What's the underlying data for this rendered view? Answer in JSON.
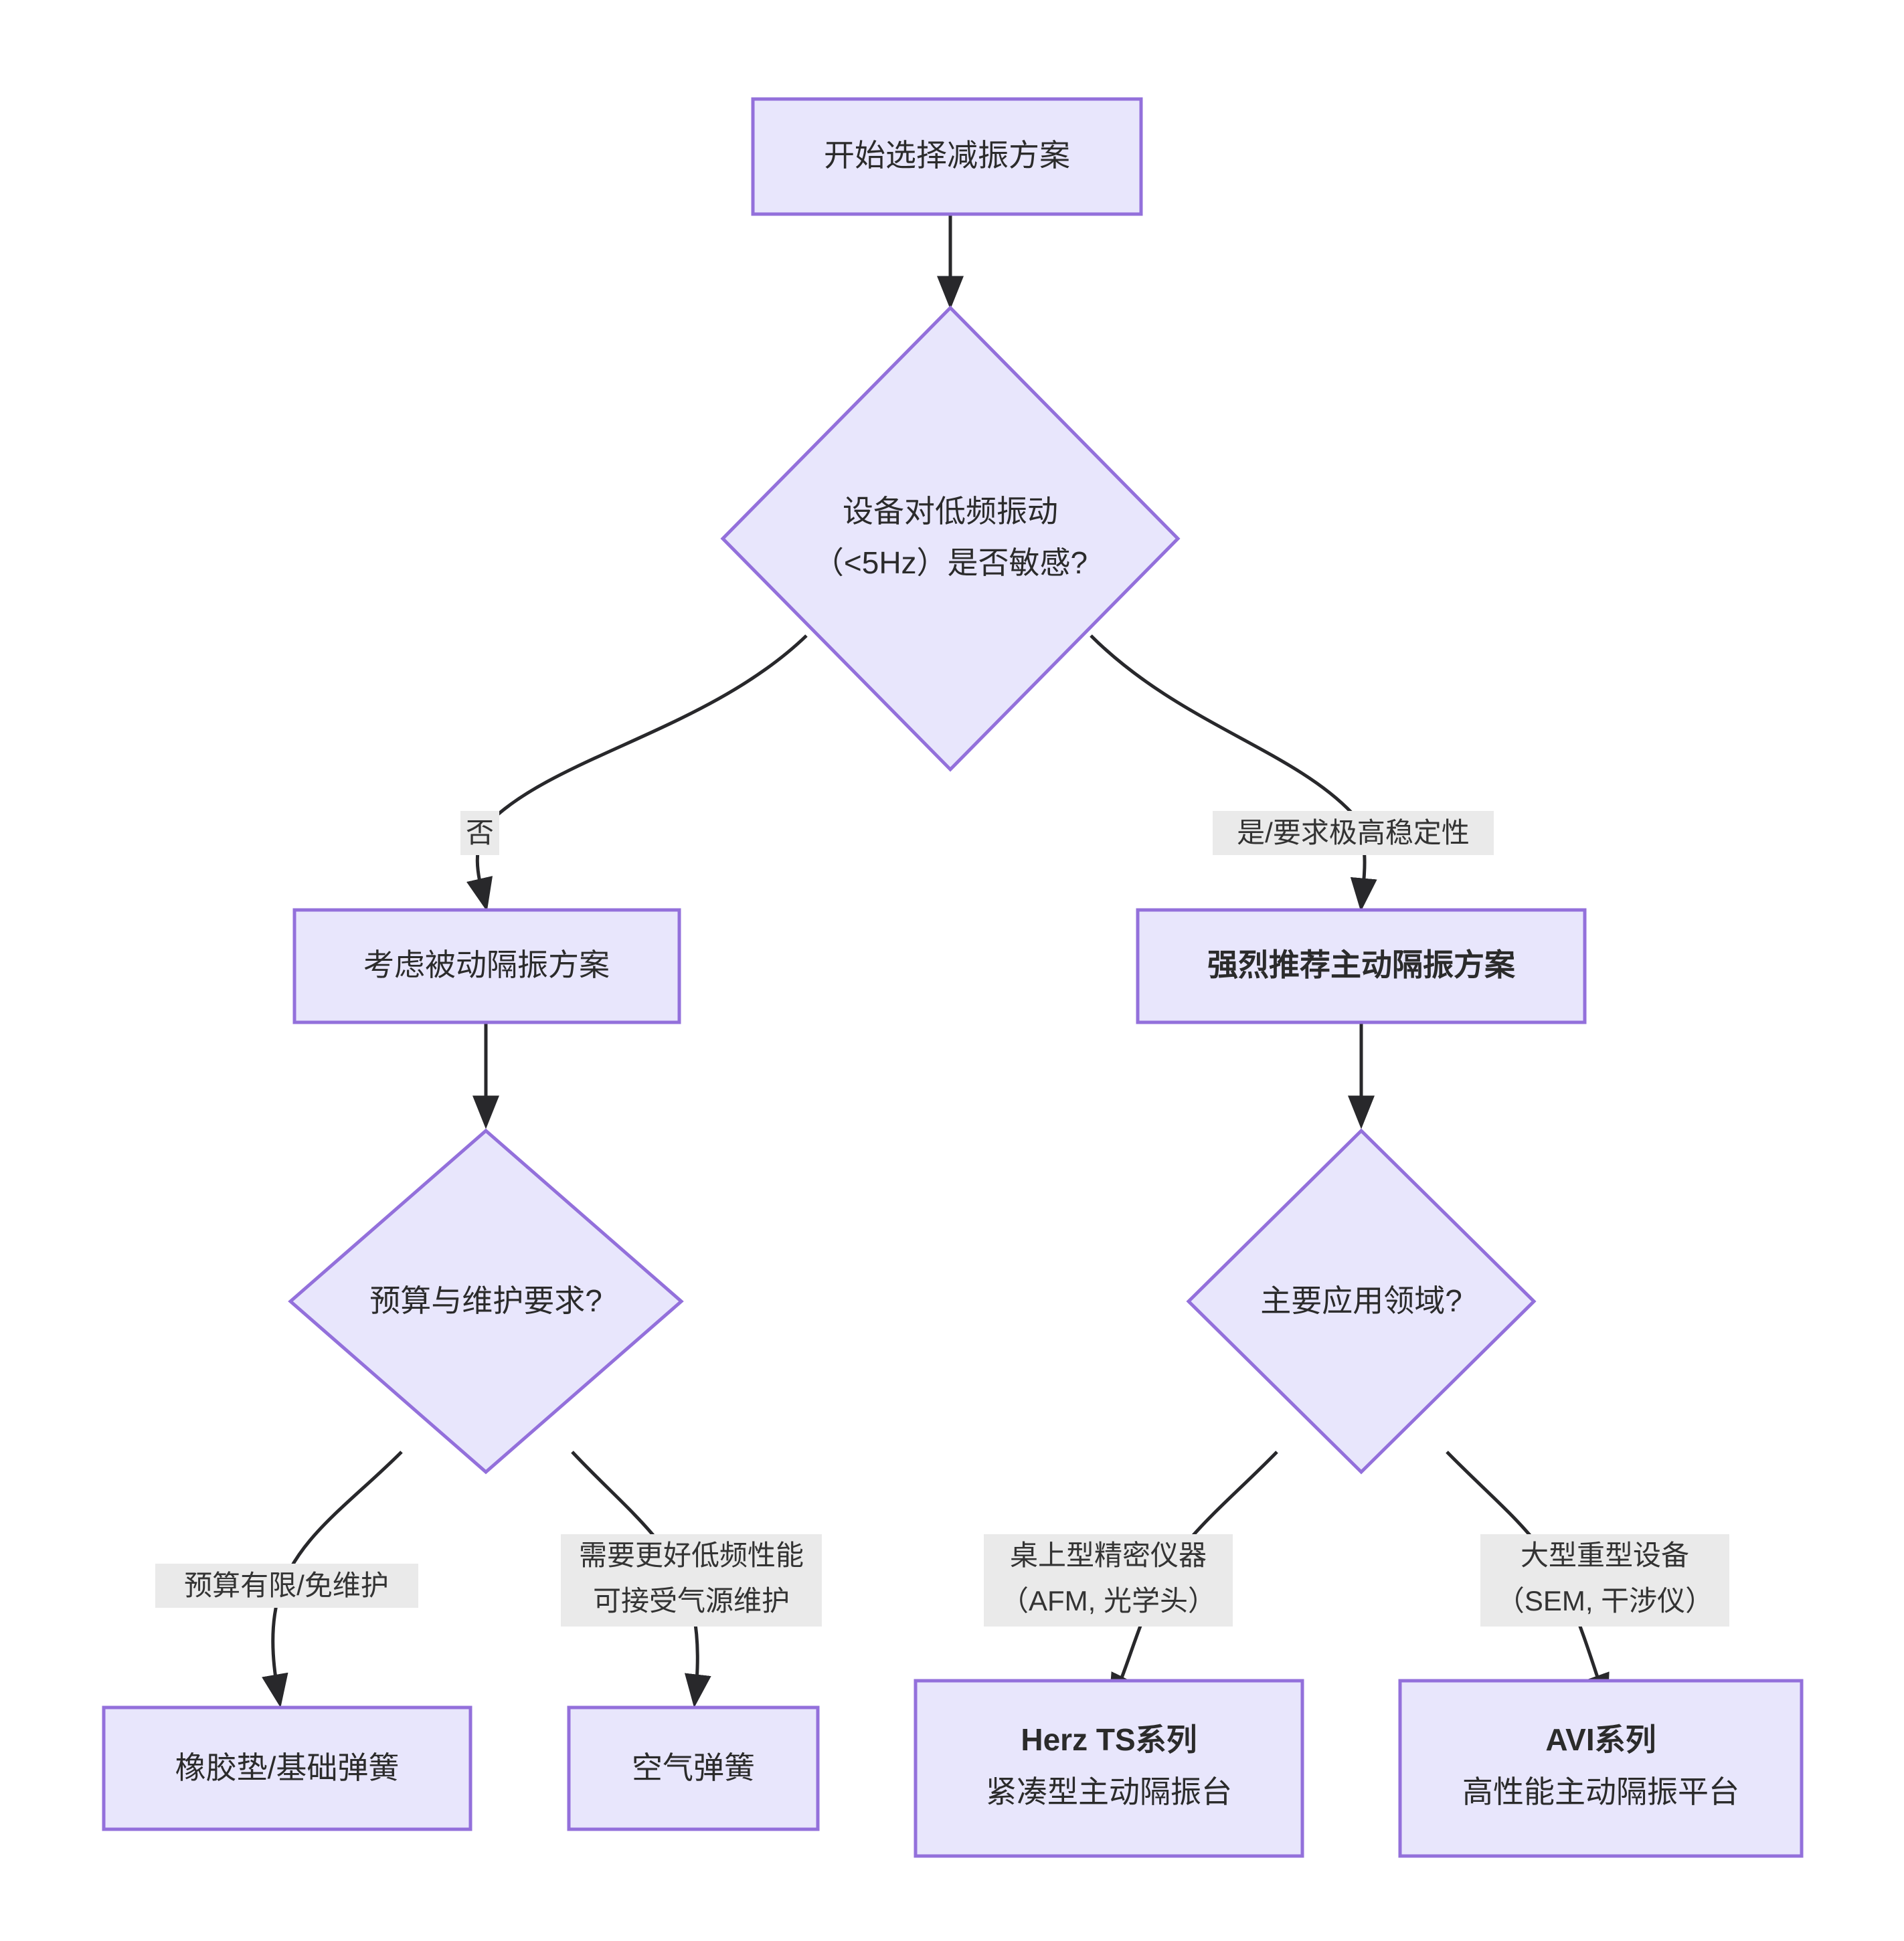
{
  "diagram": {
    "kind": "flowchart",
    "direction": "top-down",
    "background_color": "#ffffff",
    "node_fill_color": "#E8E6FC",
    "node_border_color": "#9370DB",
    "edge_color": "#28282B",
    "edge_label_bg_color": "#EAEAEA",
    "text_color": "#2b2b2b"
  },
  "nodes": {
    "start": {
      "id": "start",
      "shape": "rectangle",
      "label": "开始选择减振方案",
      "bold": false
    },
    "decision_low_freq": {
      "id": "decision_low_freq",
      "shape": "diamond",
      "line1": "设备对低频振动",
      "line2": "（<5Hz）是否敏感?"
    },
    "passive": {
      "id": "passive",
      "shape": "rectangle",
      "label": "考虑被动隔振方案",
      "bold": false
    },
    "active": {
      "id": "active",
      "shape": "rectangle",
      "label": "强烈推荐主动隔振方案",
      "bold": true
    },
    "decision_budget": {
      "id": "decision_budget",
      "shape": "diamond",
      "label": "预算与维护要求?"
    },
    "decision_application": {
      "id": "decision_application",
      "shape": "diamond",
      "label": "主要应用领域?"
    },
    "rubber": {
      "id": "rubber",
      "shape": "rectangle",
      "label": "橡胶垫/基础弹簧",
      "bold": false
    },
    "air_spring": {
      "id": "air_spring",
      "shape": "rectangle",
      "label": "空气弹簧",
      "bold": false
    },
    "herz_ts": {
      "id": "herz_ts",
      "shape": "rectangle",
      "line1": "Herz TS系列",
      "line2": "紧凑型主动隔振台"
    },
    "avi": {
      "id": "avi",
      "shape": "rectangle",
      "line1": "AVI系列",
      "line2": "高性能主动隔振平台"
    }
  },
  "edges": {
    "start_to_decision": {
      "label": ""
    },
    "decision_to_passive": {
      "label": "否"
    },
    "decision_to_active": {
      "label": "是/要求极高稳定性"
    },
    "passive_to_budget": {
      "label": ""
    },
    "active_to_application": {
      "label": ""
    },
    "budget_to_rubber": {
      "label": "预算有限/免维护"
    },
    "budget_to_air": {
      "line1": "需要更好低频性能",
      "line2": "可接受气源维护"
    },
    "application_to_herz": {
      "line1": "桌上型精密仪器",
      "line2": "（AFM, 光学头）"
    },
    "application_to_avi": {
      "line1": "大型重型设备",
      "line2": "（SEM, 干涉仪）"
    }
  }
}
